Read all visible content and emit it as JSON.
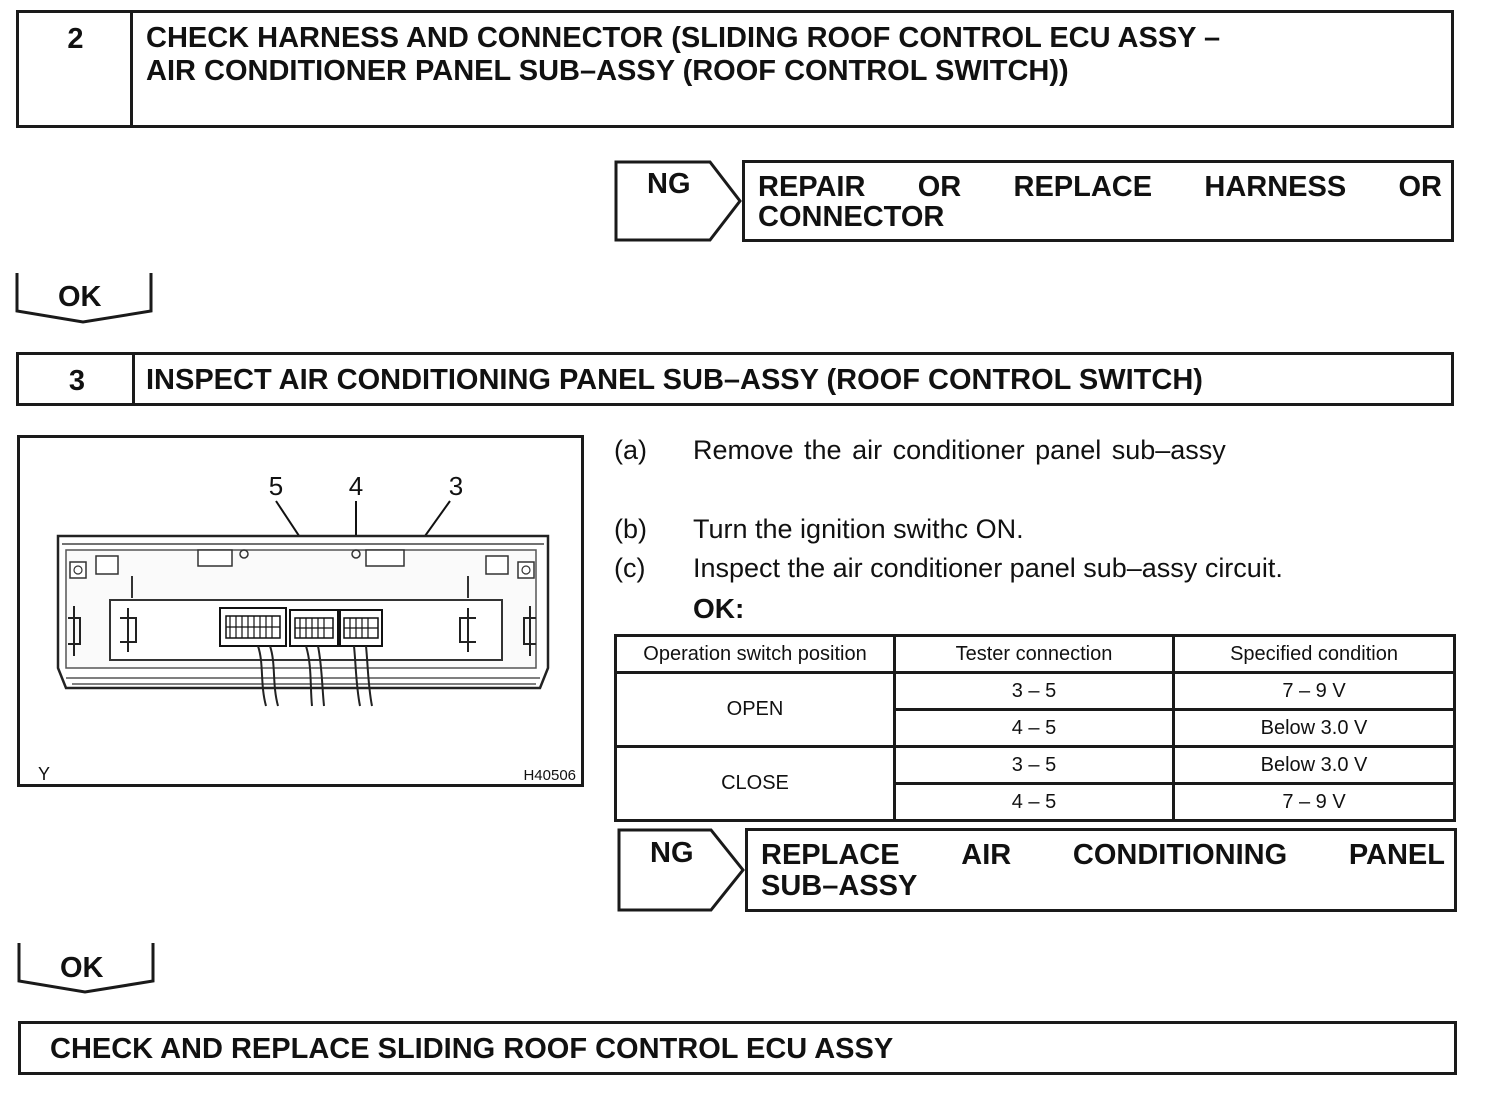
{
  "step2": {
    "number": "2",
    "title_line1": "CHECK HARNESS AND CONNECTOR (SLIDING ROOF CONTROL ECU ASSY –",
    "title_line2": "AIR CONDITIONER PANEL SUB–ASSY (ROOF CONTROL SWITCH))"
  },
  "ng1": {
    "tag": "NG",
    "action_line1_words": [
      "REPAIR",
      "OR",
      "REPLACE",
      "HARNESS",
      "OR"
    ],
    "action_line2": "CONNECTOR"
  },
  "ok1": {
    "tag": "OK"
  },
  "step3": {
    "number": "3",
    "title": "INSPECT AIR CONDITIONING PANEL SUB–ASSY (ROOF CONTROL SWITCH)"
  },
  "figure": {
    "terminal_labels": [
      "5",
      "4",
      "3"
    ],
    "corner_letter": "Y",
    "figure_code": "H40506"
  },
  "instructions": [
    {
      "marker": "(a)",
      "text": "Remove the air conditioner panel sub–assy"
    },
    {
      "marker": "(b)",
      "text": "Turn the ignition swithc ON."
    },
    {
      "marker": "(c)",
      "text": "Inspect the air conditioner panel sub–assy circuit."
    }
  ],
  "ok_heading": "OK:",
  "spec_table": {
    "headers": [
      "Operation switch position",
      "Tester connection",
      "Specified condition"
    ],
    "groups": [
      {
        "position": "OPEN",
        "rows": [
          {
            "connection": "3 – 5",
            "condition": "7 – 9 V"
          },
          {
            "connection": "4 – 5",
            "condition": "Below 3.0 V"
          }
        ]
      },
      {
        "position": "CLOSE",
        "rows": [
          {
            "connection": "3 – 5",
            "condition": "Below 3.0 V"
          },
          {
            "connection": "4 – 5",
            "condition": "7 – 9 V"
          }
        ]
      }
    ]
  },
  "ng2": {
    "tag": "NG",
    "action_line1_words": [
      "REPLACE",
      "AIR",
      "CONDITIONING",
      "PANEL"
    ],
    "action_line2": "SUB–ASSY"
  },
  "ok2": {
    "tag": "OK"
  },
  "final_box": {
    "text": "CHECK AND REPLACE SLIDING ROOF CONTROL ECU ASSY"
  }
}
